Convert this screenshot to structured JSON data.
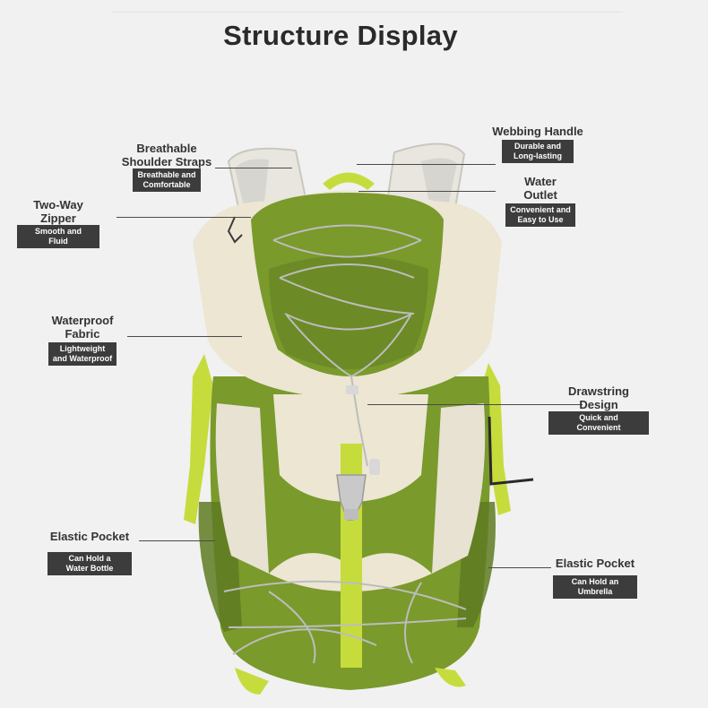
{
  "title": "Structure Display",
  "colors": {
    "green": "#7a9a2c",
    "lime": "#c6dc3c",
    "cream": "#ece6d3",
    "badge": "#3c3c3c"
  },
  "callouts": {
    "shoulder_straps": {
      "label_line1": "Breathable",
      "label_line2": "Shoulder Straps",
      "badge_line1": "Breathable and",
      "badge_line2": "Comfortable"
    },
    "zipper": {
      "label_line1": "Two-Way",
      "label_line2": "Zipper",
      "badge_line1": "Smooth and",
      "badge_line2": "Fluid"
    },
    "webbing_handle": {
      "label_line1": "Webbing Handle",
      "badge_line1": "Durable and",
      "badge_line2": "Long-lasting"
    },
    "water_outlet": {
      "label_line1": "Water",
      "label_line2": "Outlet",
      "badge_line1": "Convenient and",
      "badge_line2": "Easy to Use"
    },
    "waterproof": {
      "label_line1": "Waterproof",
      "label_line2": "Fabric",
      "badge_line1": "Lightweight",
      "badge_line2": "and Waterproof"
    },
    "drawstring": {
      "label_line1": "Drawstring",
      "label_line2": "Design",
      "badge_line1": "Quick and",
      "badge_line2": "Convenient"
    },
    "pocket_left": {
      "label_line1": "Elastic Pocket",
      "badge_line1": "Can Hold a",
      "badge_line2": "Water Bottle"
    },
    "pocket_right": {
      "label_line1": "Elastic Pocket",
      "badge_line1": "Can Hold an",
      "badge_line2": "Umbrella"
    }
  }
}
